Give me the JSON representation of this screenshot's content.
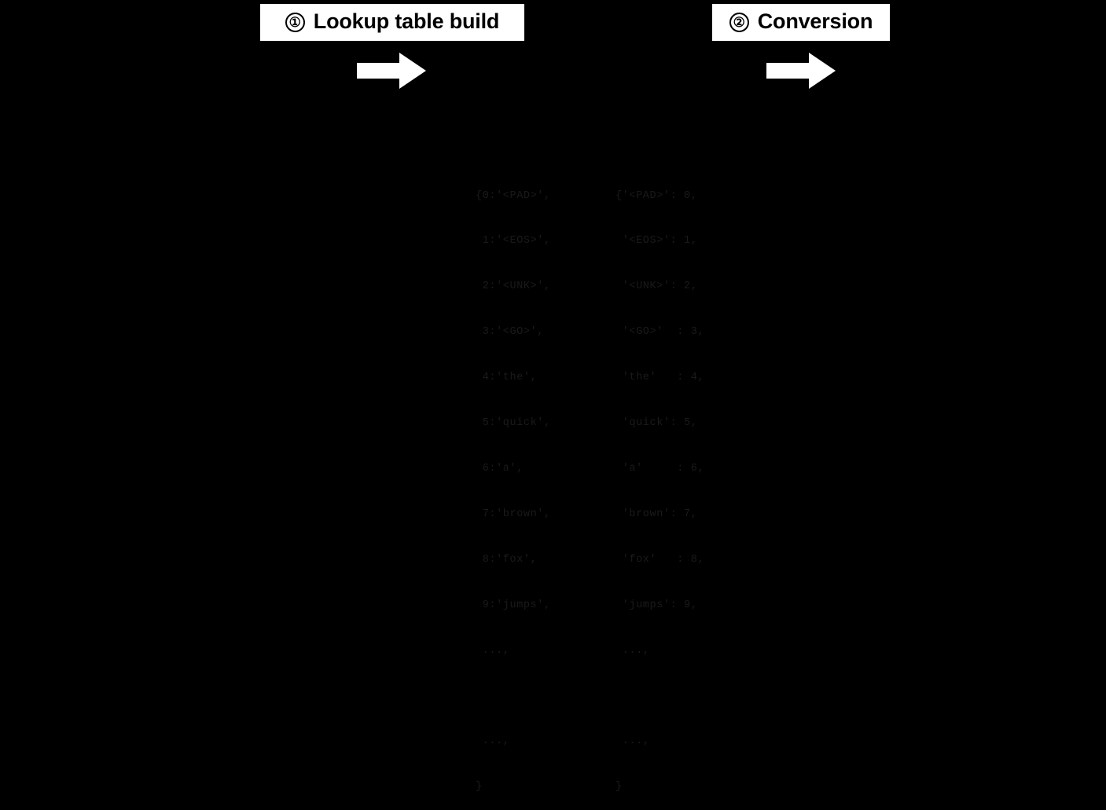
{
  "steps": [
    {
      "number": "①",
      "label": "Lookup table build",
      "icon": "circled-number-one-icon"
    },
    {
      "number": "②",
      "label": "Conversion",
      "icon": "circled-number-two-icon"
    }
  ],
  "arrows": [
    {
      "name": "flow-arrow-right-1",
      "direction": "right"
    },
    {
      "name": "flow-arrow-right-2",
      "direction": "right"
    }
  ],
  "code_blocks": {
    "index_to_word": {
      "title": "index-to-word lookup table",
      "lines": [
        "{0:'<PAD>',",
        " 1:'<EOS>',",
        " 2:'<UNK>',",
        " 3:'<GO>',",
        " 4:'the',",
        " 5:'quick',",
        " 6:'a',",
        " 7:'brown',",
        " 8:'fox',",
        " 9:'jumps',",
        " ...,",
        "",
        " ...,",
        "}"
      ]
    },
    "word_to_index": {
      "title": "word-to-index lookup table",
      "lines": [
        "{'<PAD>': 0,",
        " '<EOS>': 1,",
        " '<UNK>': 2,",
        " '<GO>'  : 3,",
        " 'the'   : 4,",
        " 'quick': 5,",
        " 'a'     : 6,",
        " 'brown': 7,",
        " 'fox'   : 8,",
        " 'jumps': 9,",
        " ...,",
        "",
        " ...,",
        "}"
      ]
    }
  },
  "colors": {
    "background": "#000000",
    "label_box": "#ffffff",
    "label_text": "#000000",
    "arrow": "#ffffff",
    "code_text": "#1a1a1a"
  }
}
